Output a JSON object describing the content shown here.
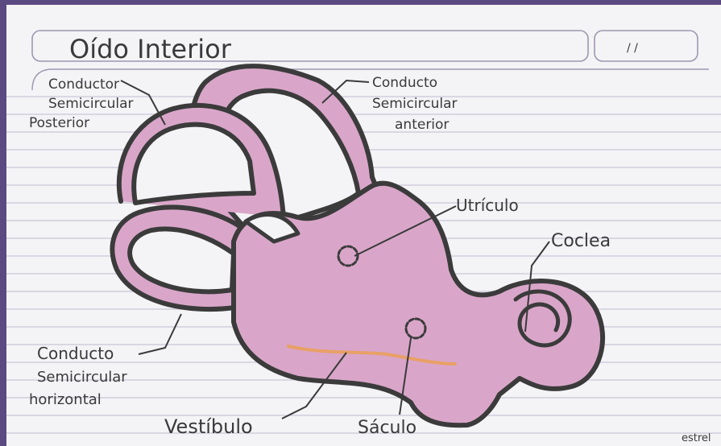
{
  "title": "Oído Interior",
  "date_field": "/ /",
  "watermark": "estrel",
  "labels": {
    "posterior": [
      "Conductor",
      "Semicircular",
      "Posterior"
    ],
    "anterior": [
      "Conducto",
      "Semicircular",
      "anterior"
    ],
    "utriculo": "Utrículo",
    "coclea": "Coclea",
    "horizontal": [
      "Conducto",
      "Semicircular",
      "horizontal"
    ],
    "vestibulo": "Vestíbulo",
    "saculo": "Sáculo"
  },
  "colors": {
    "paper": "#f4f3f6",
    "ruled_line": "#c9c6d8",
    "fill": "#d9a6c9",
    "outline": "#3b3b3b",
    "orange_mark": "#e8a066",
    "background": "#5b4a82"
  }
}
